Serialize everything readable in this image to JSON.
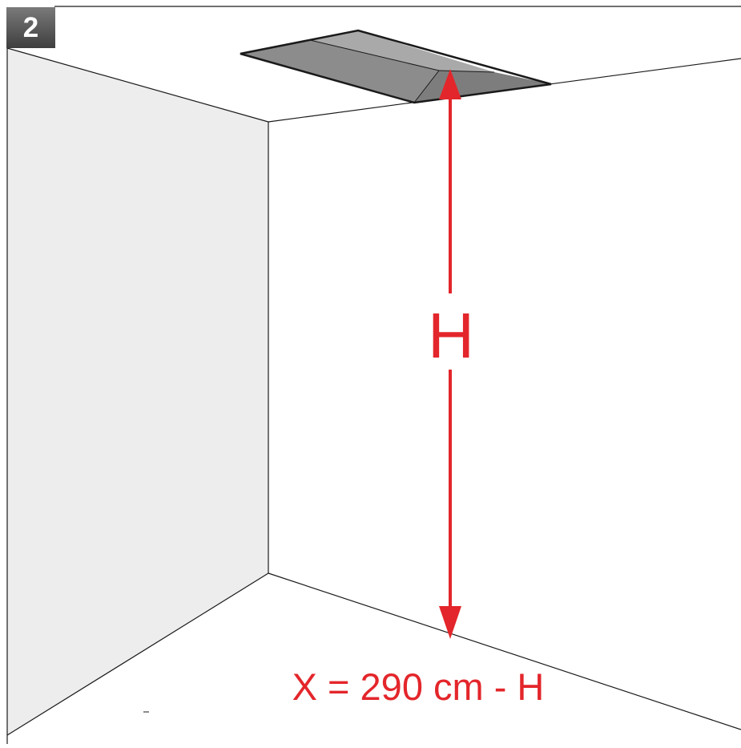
{
  "diagram": {
    "step_number": "2",
    "dimension_label": "H",
    "formula": "X = 290 cm - H",
    "colors": {
      "annotation": "#e3262b",
      "wall_left": "#ededed",
      "wall_right": "#ffffff",
      "outline": "#1a1a1a",
      "unit_top": "#a9a9a9",
      "unit_top_left": "#8c8c8c",
      "unit_front": "#7d7d7d"
    }
  }
}
